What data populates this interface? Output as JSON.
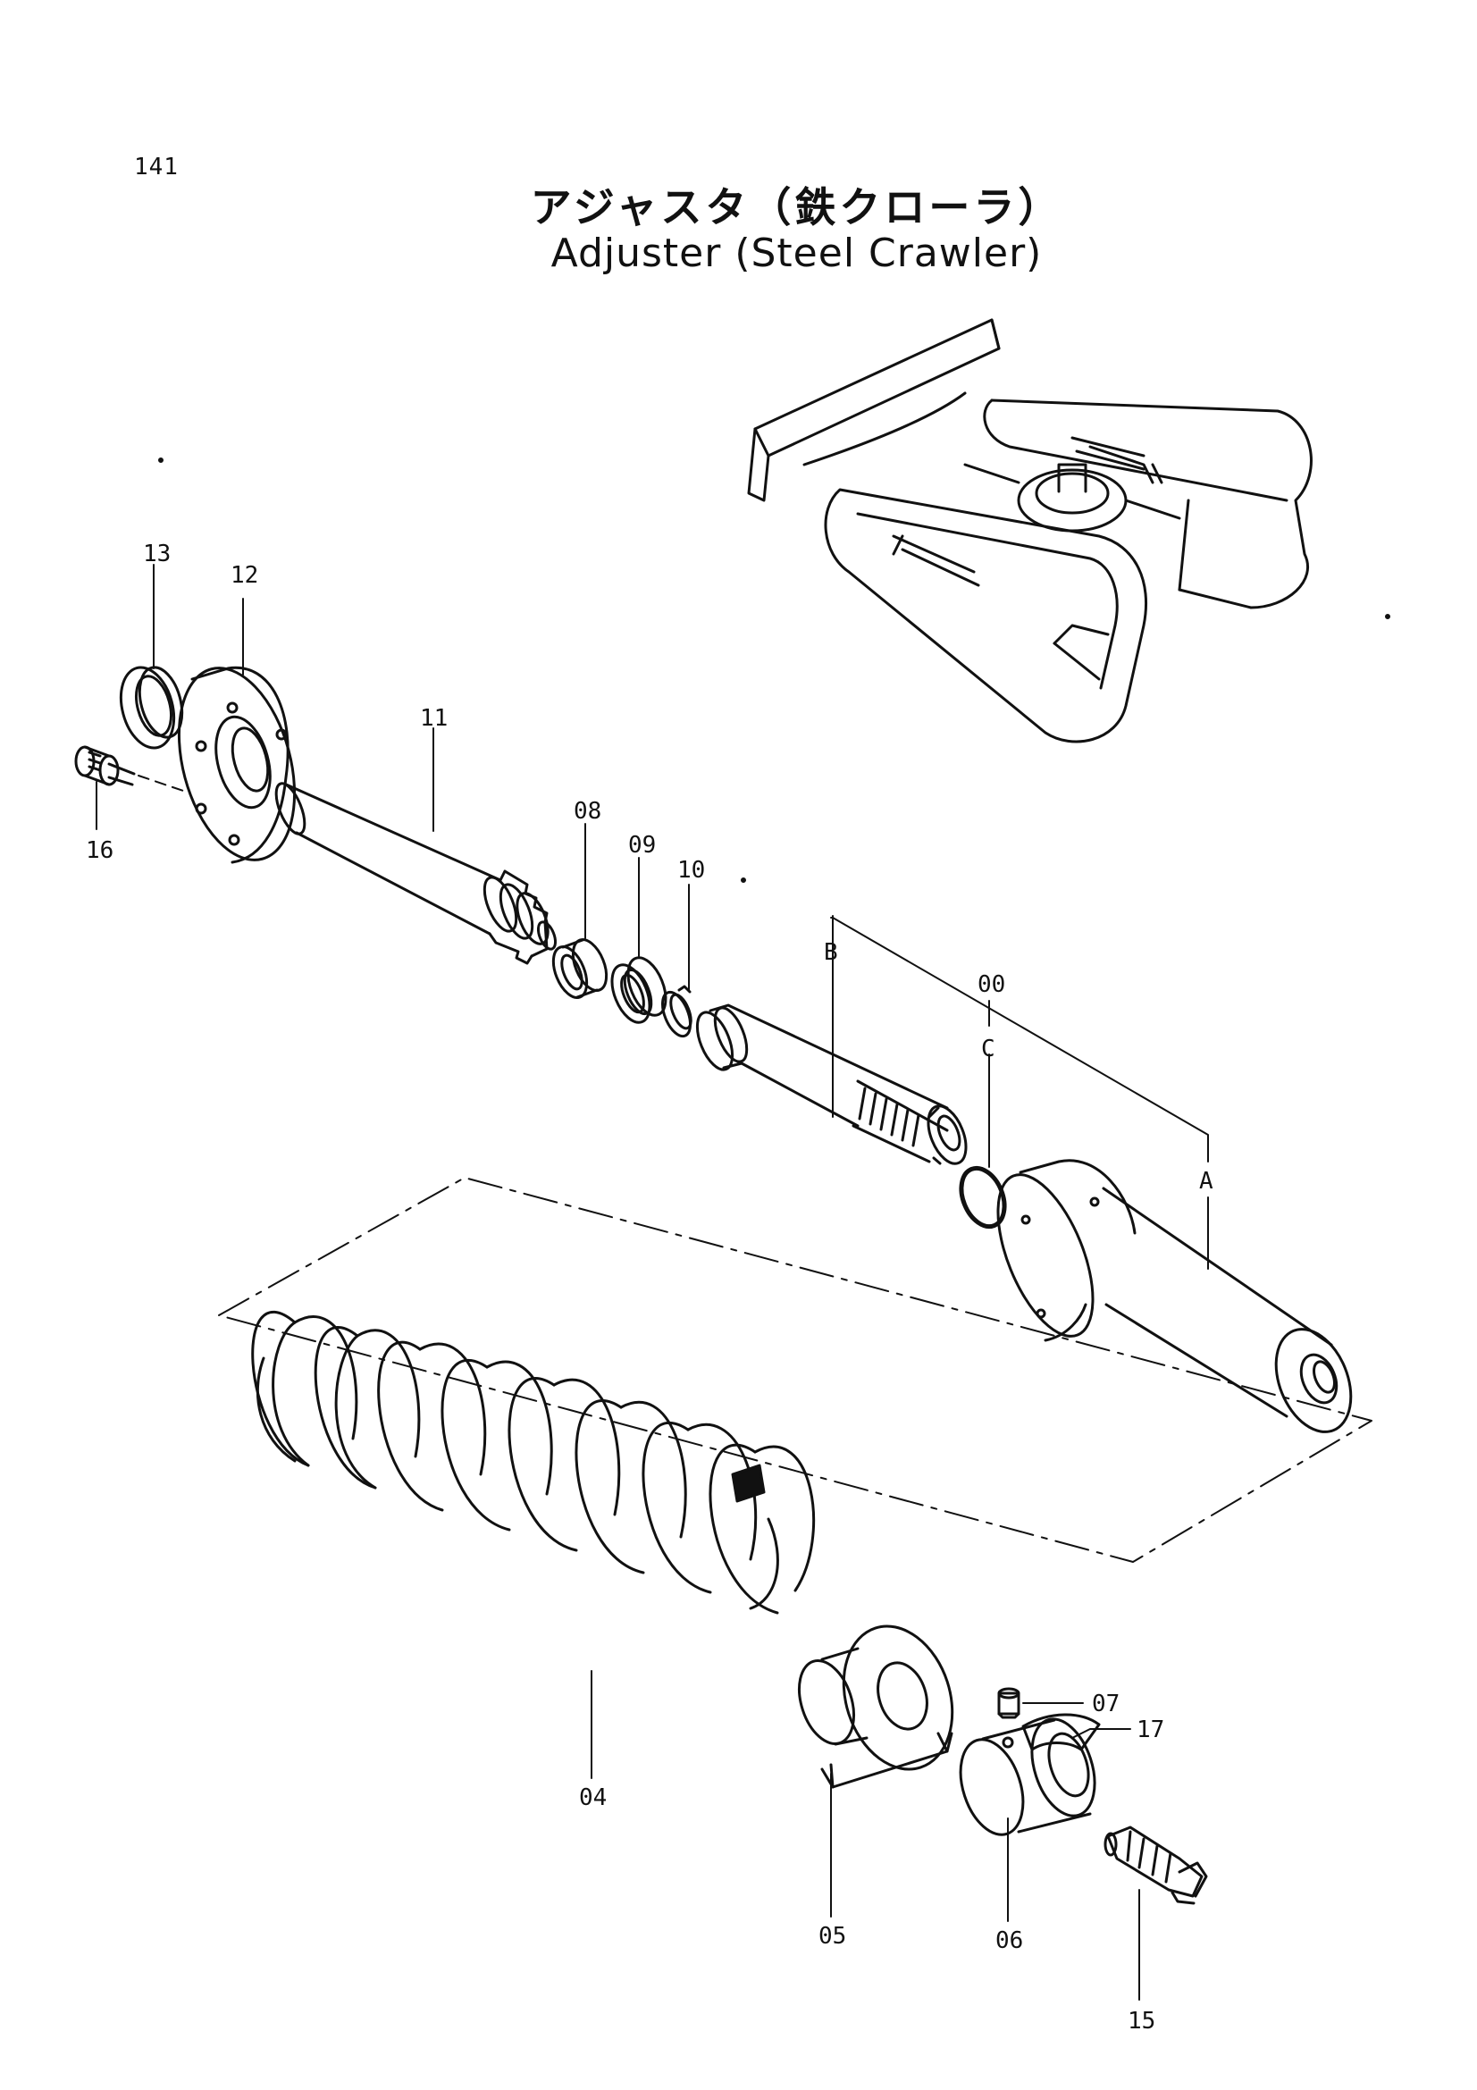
{
  "page_number": "141",
  "title_ja": "アジャスタ（鉄クローラ）",
  "title_en": "Adjuster (Steel Crawler)",
  "callouts": {
    "p13": "13",
    "p12": "12",
    "p16": "16",
    "p11": "11",
    "p08": "08",
    "p09": "09",
    "p10": "10",
    "pB": "B",
    "p00": "00",
    "pC": "C",
    "pA": "A",
    "p04": "04",
    "p05": "05",
    "p06": "06",
    "p07": "07",
    "p17": "17",
    "p15": "15"
  },
  "icons": {
    "machine": "excavator-undercarriage-icon",
    "adjuster": "adjuster-assembly-icon",
    "spring": "recoil-spring-icon"
  }
}
